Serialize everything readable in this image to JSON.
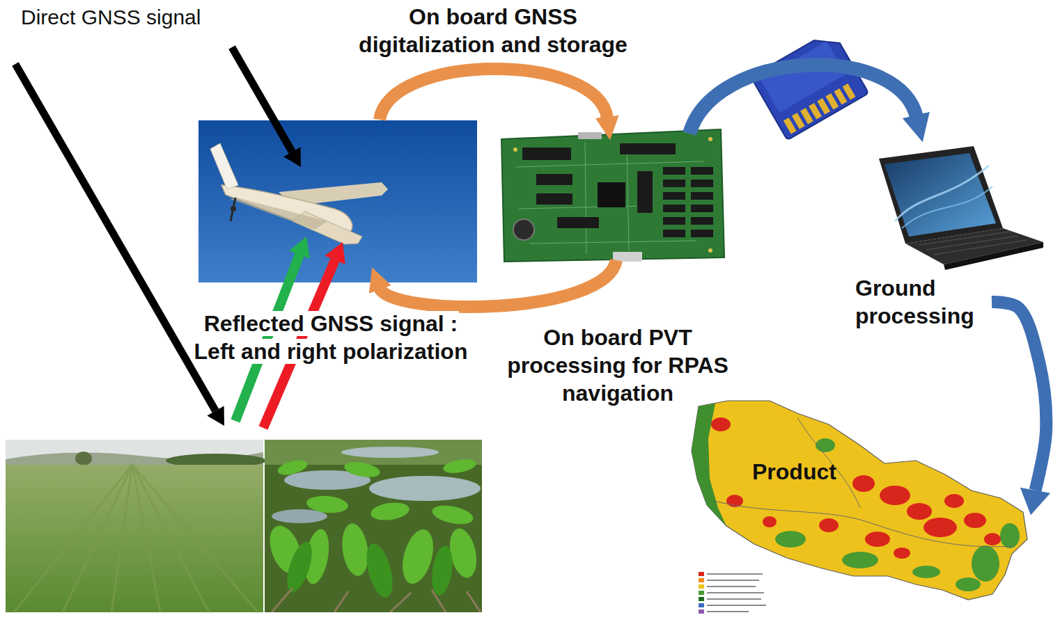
{
  "diagram": {
    "nodes": [
      {
        "text": [
          "Ground processing"
        ]
      },
      {
        "text": [
          "Product"
        ]
      }
    ],
    "edges": [
      {
        "from": 0,
        "to": 1,
        "arrow": "to"
      }
    ],
    "labels": [
      "Direct GNSS signal",
      "On board GNSS digitalization and storage",
      "Reflected GNSS signal : Left and right polarization",
      "On board PVT processing for RPAS navigation"
    ]
  }
}
